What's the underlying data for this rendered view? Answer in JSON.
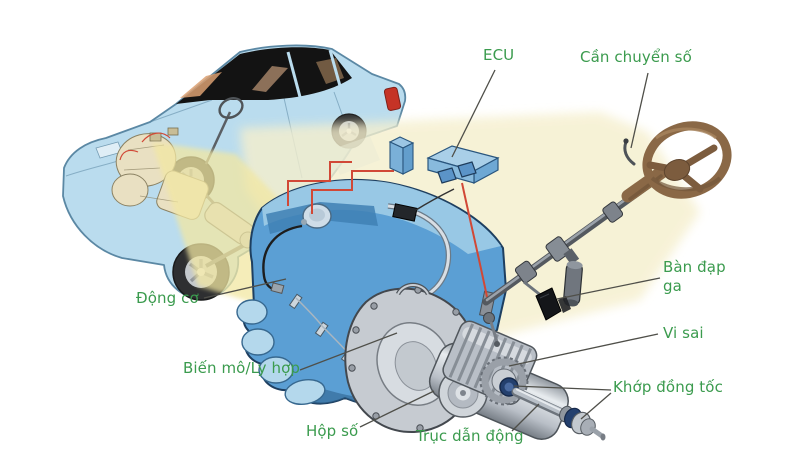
{
  "labels": {
    "ecu": "ECU",
    "gear_shift_lever": "Cần chuyển số",
    "engine": "Động cơ",
    "torque_converter_clutch": "Biến mô/Ly hợp",
    "gearbox": "Hộp số",
    "drive_shaft": "Trục dẫn động",
    "differential": "Vi sai",
    "cv_joint": "Khớp đồng tốc",
    "accelerator_pedal": "Bàn đạp ga"
  },
  "colors": {
    "label_text": "#3b9b4e",
    "background": "#ffffff",
    "light_cone": "#f5efcd",
    "bright_cone": "#f2e7a2",
    "car_body": "#badcee",
    "engine_blue": "#5b9fd4",
    "engine_light_blue": "#9ccae6",
    "pale_blue": "#b4d8ec",
    "metal_gray": "#c6cbd1",
    "steering_brown": "#8a6846",
    "cv_ring_navy": "#24406e",
    "wire_red": "#d14836",
    "leader_line": "#4f4f49"
  }
}
